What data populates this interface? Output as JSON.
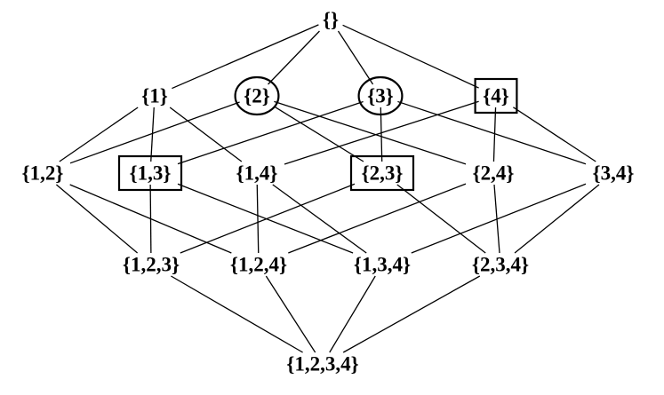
{
  "diagram": {
    "nodes": [
      {
        "id": "empty",
        "label": "{}",
        "marker": "none"
      },
      {
        "id": "s1",
        "label": "{1}",
        "marker": "none"
      },
      {
        "id": "s2",
        "label": "{2}",
        "marker": "circle"
      },
      {
        "id": "s3",
        "label": "{3}",
        "marker": "circle"
      },
      {
        "id": "s4",
        "label": "{4}",
        "marker": "box"
      },
      {
        "id": "s12",
        "label": "{1,2}",
        "marker": "none"
      },
      {
        "id": "s13",
        "label": "{1,3}",
        "marker": "box"
      },
      {
        "id": "s14",
        "label": "{1,4}",
        "marker": "none"
      },
      {
        "id": "s23",
        "label": "{2,3}",
        "marker": "box"
      },
      {
        "id": "s24",
        "label": "{2,4}",
        "marker": "none"
      },
      {
        "id": "s34",
        "label": "{3,4}",
        "marker": "none"
      },
      {
        "id": "s123",
        "label": "{1,2,3}",
        "marker": "none"
      },
      {
        "id": "s124",
        "label": "{1,2,4}",
        "marker": "none"
      },
      {
        "id": "s134",
        "label": "{1,3,4}",
        "marker": "none"
      },
      {
        "id": "s234",
        "label": "{2,3,4}",
        "marker": "none"
      },
      {
        "id": "s1234",
        "label": "{1,2,3,4}",
        "marker": "none"
      }
    ],
    "edges": [
      [
        "empty",
        "s1"
      ],
      [
        "empty",
        "s2"
      ],
      [
        "empty",
        "s3"
      ],
      [
        "empty",
        "s4"
      ],
      [
        "s1",
        "s12"
      ],
      [
        "s1",
        "s13"
      ],
      [
        "s1",
        "s14"
      ],
      [
        "s2",
        "s12"
      ],
      [
        "s2",
        "s23"
      ],
      [
        "s2",
        "s24"
      ],
      [
        "s3",
        "s13"
      ],
      [
        "s3",
        "s23"
      ],
      [
        "s3",
        "s34"
      ],
      [
        "s4",
        "s14"
      ],
      [
        "s4",
        "s24"
      ],
      [
        "s4",
        "s34"
      ],
      [
        "s12",
        "s123"
      ],
      [
        "s12",
        "s124"
      ],
      [
        "s13",
        "s123"
      ],
      [
        "s13",
        "s134"
      ],
      [
        "s14",
        "s124"
      ],
      [
        "s14",
        "s134"
      ],
      [
        "s23",
        "s123"
      ],
      [
        "s23",
        "s234"
      ],
      [
        "s24",
        "s124"
      ],
      [
        "s24",
        "s234"
      ],
      [
        "s34",
        "s134"
      ],
      [
        "s34",
        "s234"
      ],
      [
        "s123",
        "s1234"
      ],
      [
        "s124",
        "s1234"
      ],
      [
        "s134",
        "s1234"
      ],
      [
        "s234",
        "s1234"
      ]
    ]
  }
}
